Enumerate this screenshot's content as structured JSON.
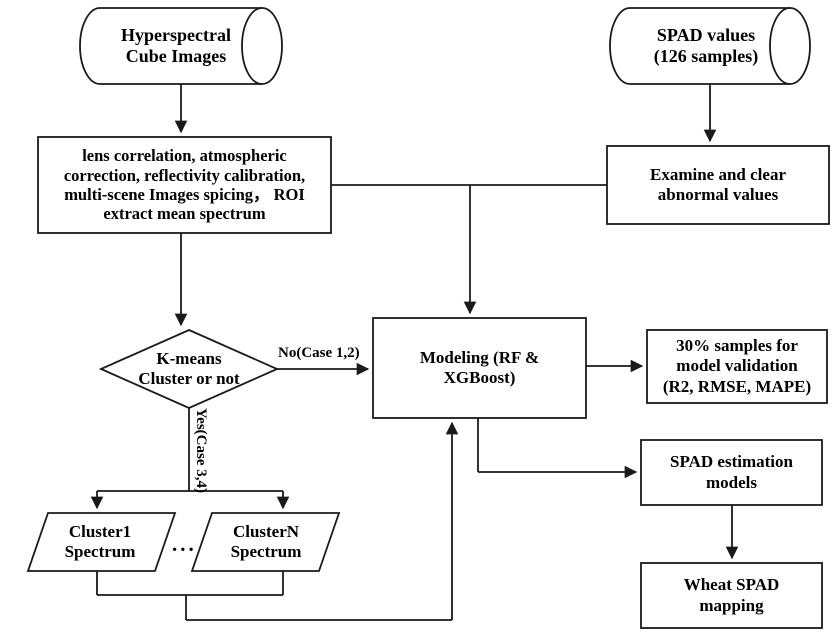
{
  "diagram": {
    "title": "Hyperspectral wheat SPAD estimation workflow",
    "type": "flowchart",
    "stroke_color": "#1a1a1a",
    "fill_color": "#ffffff",
    "text_color": "#000000"
  },
  "nodes": {
    "hyperspectral_cube": {
      "shape": "cylinder",
      "label": "Hyperspectral\nCube Images"
    },
    "spad_values": {
      "shape": "cylinder",
      "label": "SPAD values\n(126 samples)"
    },
    "preprocessing": {
      "shape": "rect",
      "label": "lens correlation, atmospheric\ncorrection, reflectivity calibration,\nmulti-scene Images spicing，  ROI\nextract mean spectrum"
    },
    "examine_clear": {
      "shape": "rect",
      "label": "Examine and clear\nabnormal values"
    },
    "kmeans_decision": {
      "shape": "diamond",
      "label": "K-means\nCluster or not"
    },
    "modeling": {
      "shape": "rect",
      "label": "Modeling (RF &\nXGBoost)"
    },
    "validation": {
      "shape": "rect",
      "label": "30% samples for\nmodel validation\n(R2, RMSE, MAPE)"
    },
    "spad_estimation": {
      "shape": "rect",
      "label": "SPAD estimation\nmodels"
    },
    "wheat_mapping": {
      "shape": "rect",
      "label": "Wheat SPAD\nmapping"
    },
    "cluster1": {
      "shape": "parallelogram",
      "label": "Cluster1\nSpectrum"
    },
    "clusterN": {
      "shape": "parallelogram",
      "label": "ClusterN\nSpectrum"
    },
    "cluster_ellipsis": {
      "shape": "text",
      "label": "..."
    }
  },
  "edge_labels": {
    "no_case": "No(Case 1,2)",
    "yes_case": "Yes(Case 3,4)"
  }
}
